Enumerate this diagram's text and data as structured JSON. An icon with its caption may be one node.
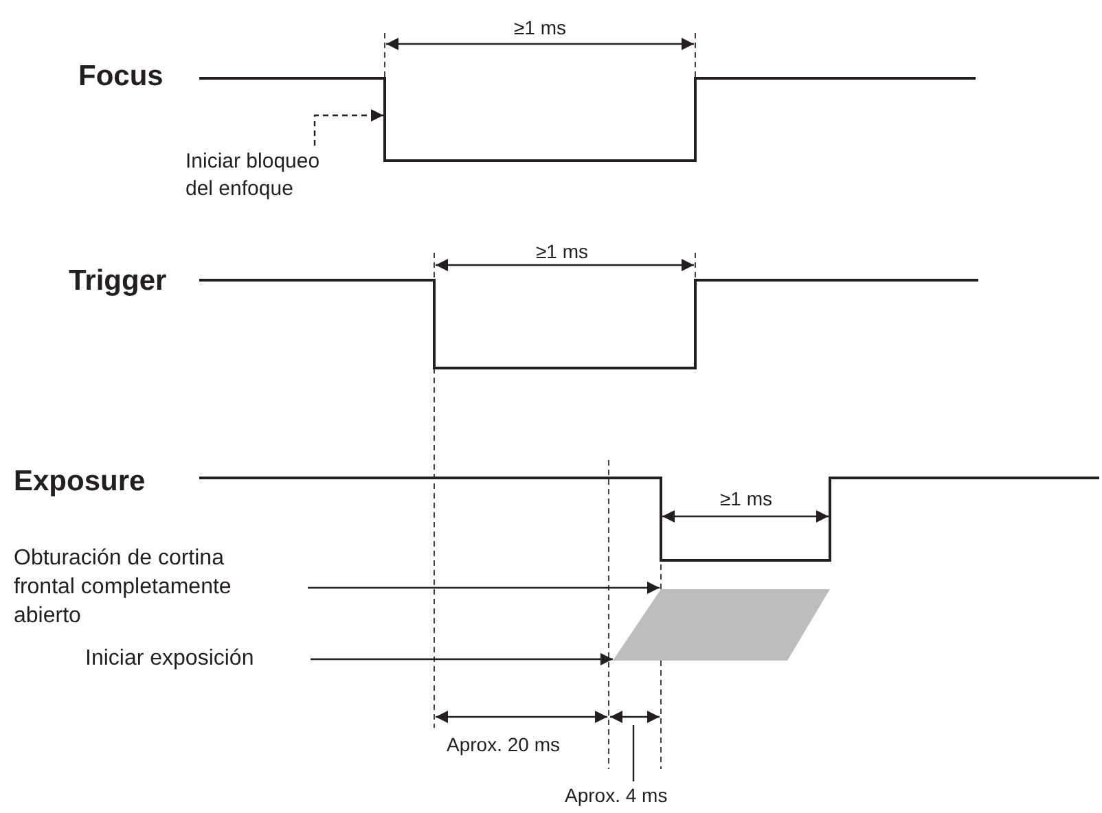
{
  "diagram": {
    "nodes": [
      {
        "text": [],
        "shape": "line"
      },
      {
        "text": [
          "Iniciar bloqueo del enfoque"
        ]
      },
      {
        "text": [
          "Obturación de cortina frontal completamente abierto"
        ]
      },
      {
        "text": [
          "Iniciar exposición"
        ]
      },
      {
        "text": [],
        "shape": "parallelogram"
      },
      {
        "text": [
          "Aprox. 4 ms"
        ]
      }
    ],
    "edges": [
      {
        "from": 1,
        "to": 0,
        "arrow": "to",
        "style": "dashed"
      },
      {
        "from": 2,
        "to": 4,
        "arrow": "to"
      },
      {
        "from": 3,
        "to": 4,
        "arrow": "to"
      },
      {
        "from": 5,
        "to": null,
        "arrow": "none"
      }
    ],
    "labels": [
      "≥1 ms",
      "Focus",
      "≥1 ms",
      "Trigger",
      "Exposure",
      "≥1 ms",
      "Aprox. 20 ms"
    ]
  }
}
